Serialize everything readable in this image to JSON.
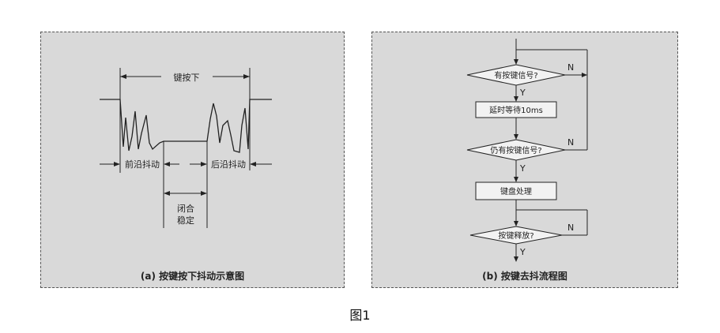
{
  "panel_a": {
    "label_key_press": "键按下",
    "label_leading": "前沿抖动",
    "label_trailing": "后沿抖动",
    "label_closed_1": "闭合",
    "label_closed_2": "稳定",
    "caption": "(a) 按键按下抖动示意图"
  },
  "panel_b": {
    "box_delay": "延时等待10ms",
    "box_process": "键盘处理",
    "decision_1": "有按键信号?",
    "decision_2": "仍有按键信号?",
    "decision_3": "按键释放?",
    "yes_label": "Y",
    "no_label": "N",
    "caption": "(b) 按键去抖流程图"
  },
  "figure_title": "图1"
}
